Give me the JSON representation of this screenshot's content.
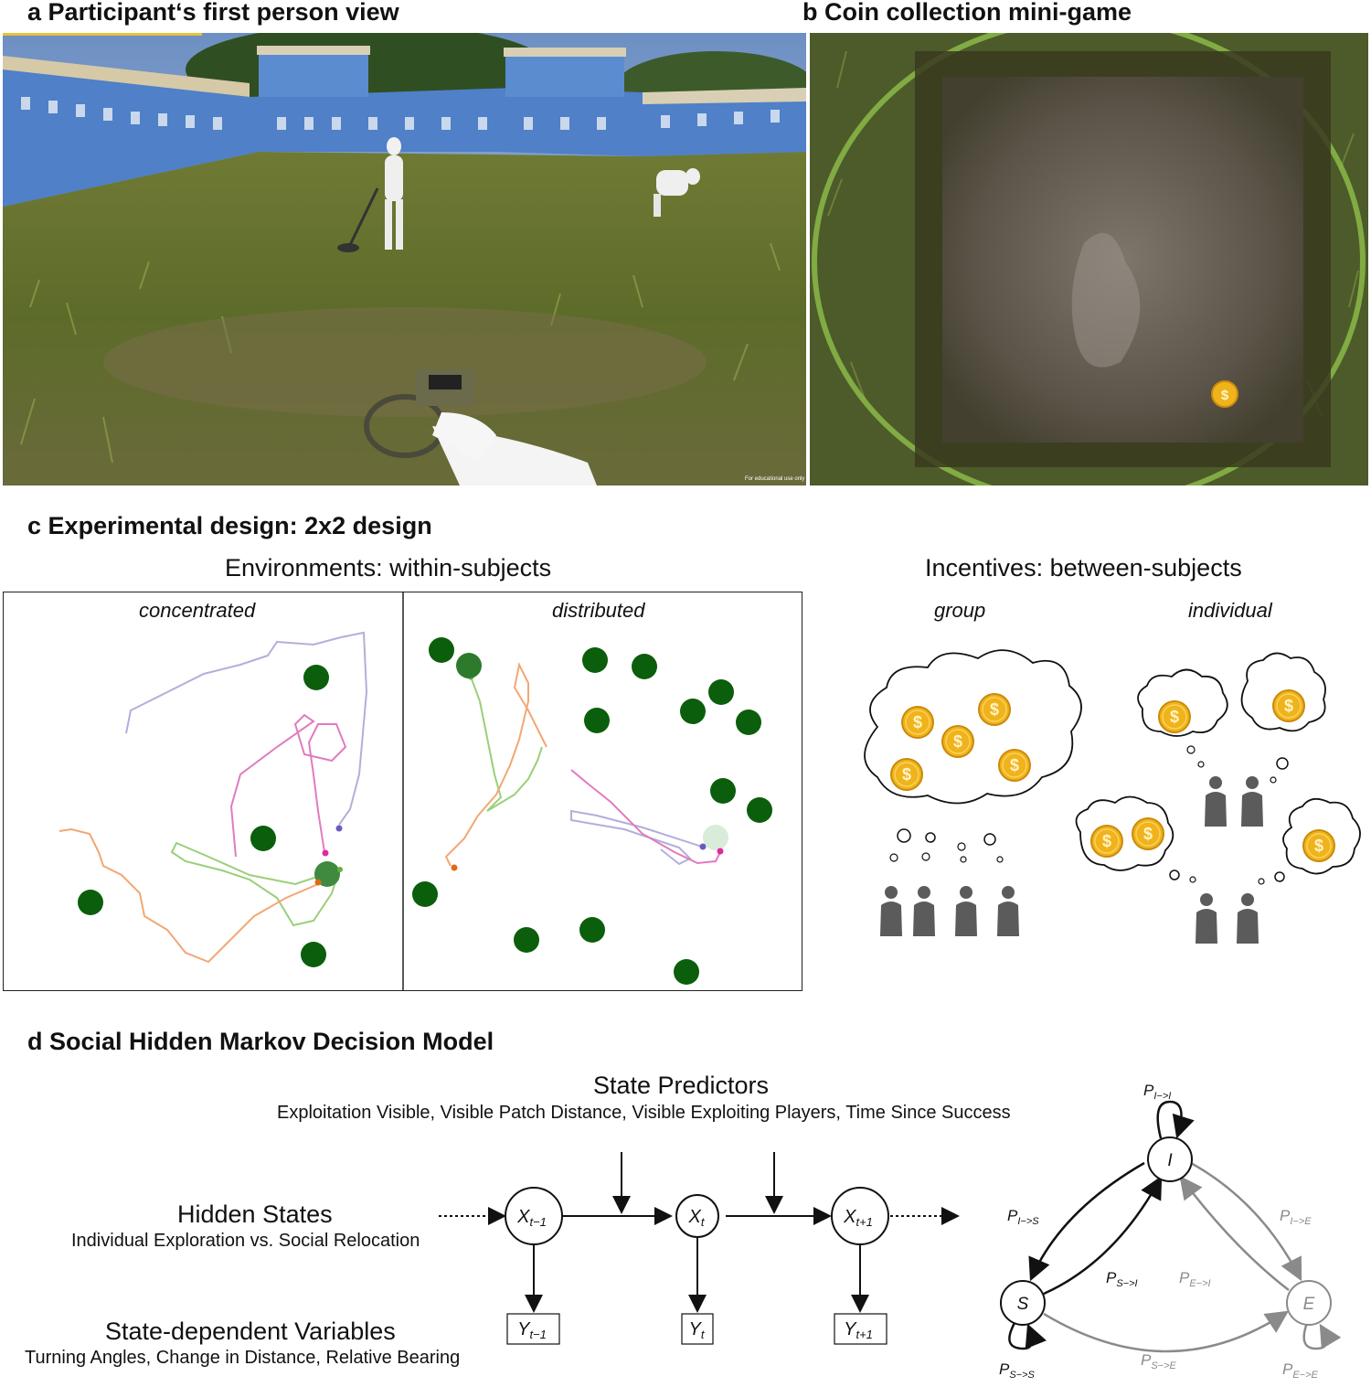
{
  "panel_a": {
    "letter": "a",
    "title": "Participant‘s first person view",
    "watermark": "For educational use only"
  },
  "panel_b": {
    "letter": "b",
    "title": "Coin collection mini-game",
    "coin_symbol": "$"
  },
  "panel_c": {
    "letter": "c",
    "title": "Experimental design: 2x2 design",
    "environments_title": "Environments: within-subjects",
    "concentrated_label": "concentrated",
    "distributed_label": "distributed",
    "incentives_title": "Incentives: between-subjects",
    "group_label": "group",
    "individual_label": "individual",
    "coin_symbol": "$"
  },
  "panel_d": {
    "letter": "d",
    "title": "Social Hidden Markov Decision Model",
    "state_predictors_title": "State Predictors",
    "state_predictors_list": "Exploitation Visible, Visible Patch Distance, Visible Exploiting Players, Time Since Success",
    "hidden_states_title": "Hidden States",
    "hidden_states_desc": "Individual Exploration vs. Social Relocation",
    "sdv_title": "State-dependent Variables",
    "sdv_desc": "Turning Angles, Change in Distance, Relative Bearing",
    "nodes": {
      "x_prev": "X",
      "x_prev_sub": "t−1",
      "x_t": "X",
      "x_t_sub": "t",
      "x_next": "X",
      "x_next_sub": "t+1",
      "y_prev": "Y",
      "y_prev_sub": "t−1",
      "y_t": "Y",
      "y_t_sub": "t",
      "y_next": "Y",
      "y_next_sub": "t+1"
    },
    "markov": {
      "state_i": "I",
      "state_s": "S",
      "state_e": "E",
      "p_ii": "P",
      "p_ii_sub": "I−>I",
      "p_is": "P",
      "p_is_sub": "I−>S",
      "p_ie": "P",
      "p_ie_sub": "I−>E",
      "p_si": "P",
      "p_si_sub": "S−>I",
      "p_ei": "P",
      "p_ei_sub": "E−>I",
      "p_ss": "P",
      "p_ss_sub": "S−>S",
      "p_se": "P",
      "p_se_sub": "S−>E",
      "p_ee": "P",
      "p_ee_sub": "E−>E"
    }
  },
  "colors": {
    "patch_green": "#0b5e0b",
    "trail_purple": "#b3aedb",
    "trail_pink": "#e07bc0",
    "trail_green": "#9bcf7a",
    "trail_orange": "#f2a774",
    "coin_gold": "#f0b31c",
    "person_gray": "#5b5b5b",
    "gray_arrow": "#8a8a8a"
  }
}
